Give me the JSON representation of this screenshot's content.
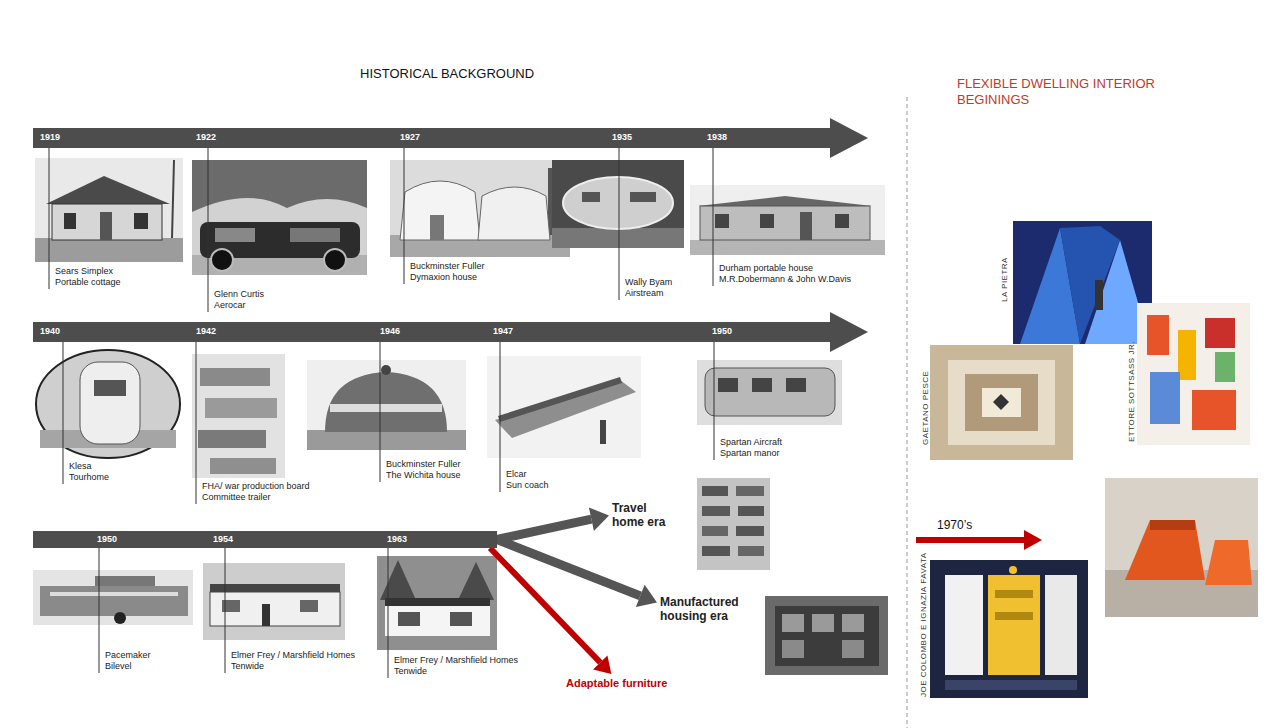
{
  "diagram": {
    "title": "HISTORICAL BACKGROUND",
    "nodes": [
      {
        "text": [
          "1919",
          "1922",
          "1927",
          "1935",
          "1938"
        ]
      },
      {
        "text": [
          "1940",
          "1942",
          "1946",
          "1947",
          "1950"
        ]
      },
      {
        "text": [
          "1950",
          "1954",
          "1963"
        ]
      },
      {
        "text": [
          "Travel home era"
        ]
      },
      {
        "text": [
          "Manufactured housing era"
        ]
      },
      {
        "text": [
          "Adaptable furniture"
        ]
      }
    ],
    "edges": [
      {
        "from": 2,
        "to": 3,
        "arrow": "to"
      },
      {
        "from": 2,
        "to": 4,
        "arrow": "to"
      },
      {
        "from": 2,
        "to": 5,
        "arrow": "to"
      }
    ],
    "labels": [
      "FLEXIBLE DWELLING INTERIOR BEGININGS",
      "Sears Simplex",
      "Portable cottage",
      "Glenn Curtis",
      "Aerocar",
      "Buckminster Fuller",
      "Dymaxion house",
      "Wally Byam",
      "Airstream",
      "Durham portable house",
      "M.R.Dobermann & John W.Davis",
      "Klesa",
      "Tourhome",
      "FHA/ war production board",
      "Committee trailer",
      "Buckminster Fuller",
      "The Wichita house",
      "Elcar",
      "Sun coach",
      "Spartan Aircraft",
      "Spartan manor",
      "Pacemaker",
      "Bilevel",
      "Elmer Frey / Marshfield Homes",
      "Tenwide",
      "Elmer Frey / Marshfield Homes",
      "Tenwide",
      "1970’s",
      "LA PIETRA",
      "ETTORE SOTTSASS JR.",
      "GAETANO PESCE",
      "JOE COLOMBO E IGNAZIA FAVATA"
    ]
  }
}
